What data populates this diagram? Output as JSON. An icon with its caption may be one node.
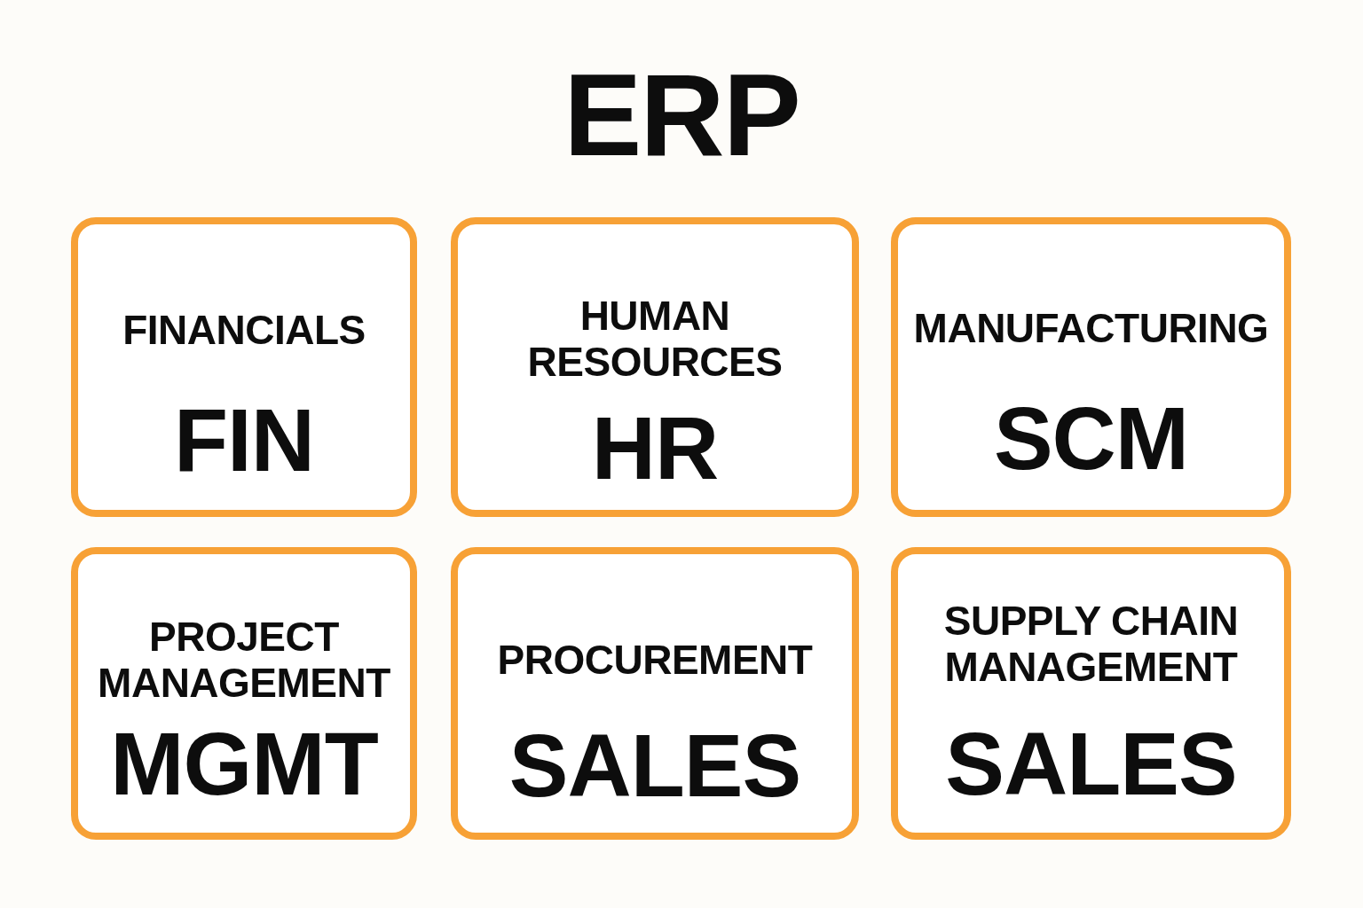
{
  "diagram": {
    "title": "ERP",
    "nodes": [
      {
        "text": [
          "FINANCIALS",
          "FIN"
        ]
      },
      {
        "text": [
          "HUMAN RESOURCES",
          "HR"
        ]
      },
      {
        "text": [
          "MANUFACTURING",
          "SCM"
        ]
      },
      {
        "text": [
          "PROJECT MANAGEMENT",
          "MGMT"
        ]
      },
      {
        "text": [
          "PROCUREMENT",
          "SALES"
        ]
      },
      {
        "text": [
          "SUPPLY CHAIN MANAGEMENT",
          "SALES"
        ]
      }
    ]
  }
}
